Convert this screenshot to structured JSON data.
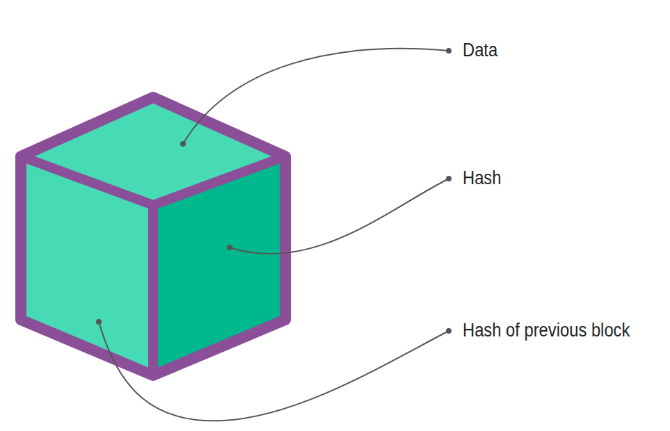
{
  "diagram": {
    "labels": [
      "Data",
      "Hash",
      "Hash of previous block"
    ]
  }
}
